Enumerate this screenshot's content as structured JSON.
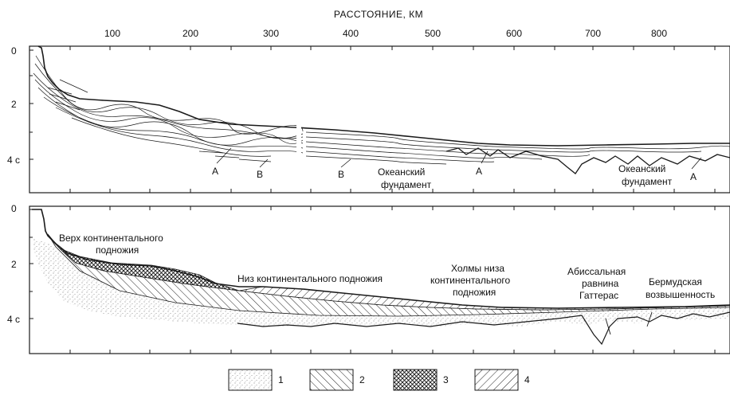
{
  "top_axis": {
    "title": "РАССТОЯНИЕ, КМ",
    "ticks": [
      "100",
      "200",
      "300",
      "400",
      "500",
      "600",
      "700",
      "800"
    ]
  },
  "upper_panel": {
    "y_ticks": [
      "0",
      "2",
      "4 с"
    ],
    "labels": [
      "A",
      "B",
      "B",
      "Океанский",
      "фундамент",
      "A",
      "Океанский",
      "фундамент",
      "A"
    ]
  },
  "lower_panel": {
    "y_ticks": [
      "0",
      "2",
      "4 с"
    ],
    "labels": [
      "Верх континентального",
      "подножия",
      "Низ континентального подножия",
      "Холмы низа",
      "континентального",
      "подножия",
      "Абиссальная",
      "равнина",
      "Гаттерас",
      "Бермудская",
      "возвышенность"
    ]
  },
  "legend": [
    {
      "label": "1",
      "pattern": "stipple"
    },
    {
      "label": "2",
      "pattern": "diagonal"
    },
    {
      "label": "3",
      "pattern": "crosshatch"
    },
    {
      "label": "4",
      "pattern": "backdiagonal"
    }
  ],
  "colors": {
    "ink": "#1a1a1a",
    "paper": "#ffffff"
  }
}
